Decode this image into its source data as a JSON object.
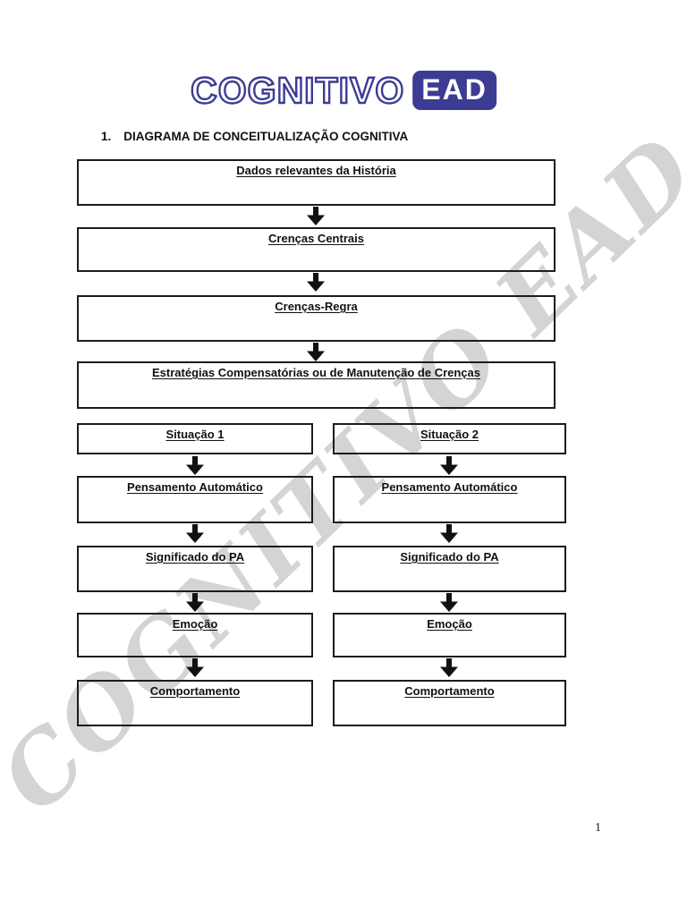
{
  "logo": {
    "brand": "COGNITIVO",
    "badge": "EAD"
  },
  "heading": {
    "number": "1.",
    "title": "DIAGRAMA DE CONCEITUALIZAÇÃO COGNITIVA"
  },
  "watermark": {
    "text": "COGNITIVO EAD"
  },
  "diagram": {
    "main_flow": [
      "Dados relevantes da História",
      "Crenças Centrais",
      "Crenças-Regra",
      "Estratégias Compensatórias ou de Manutenção de Crenças"
    ],
    "columns": [
      {
        "title": "Situação 1",
        "steps": [
          "Pensamento Automático",
          "Significado do PA",
          "Emoção",
          "Comportamento"
        ]
      },
      {
        "title": "Situação 2",
        "steps": [
          "Pensamento Automático",
          "Significado do PA",
          "Emoção",
          "Comportamento"
        ]
      }
    ]
  },
  "page": {
    "number_label": "1"
  },
  "colors": {
    "brand": "#3C3C94",
    "watermark": "#D4D4D4",
    "box_border": "#1C1C1C",
    "text": "#111111"
  }
}
